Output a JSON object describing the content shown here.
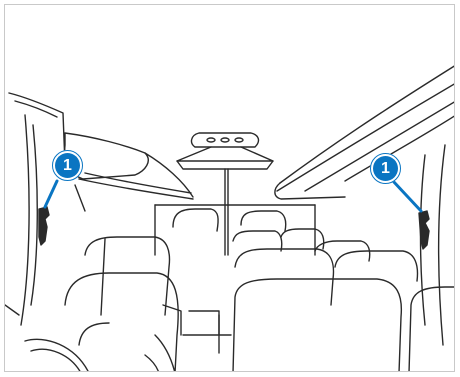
{
  "figure": {
    "accent_color": "#0a75c2",
    "line_color": "#2a2a2a",
    "callouts": [
      {
        "number": "1",
        "target": "left-side-holder"
      },
      {
        "number": "1",
        "target": "right-side-holder"
      }
    ]
  }
}
